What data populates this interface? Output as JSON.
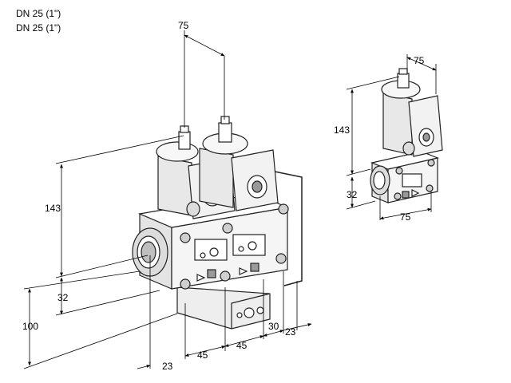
{
  "header": {
    "line1": "DN 25 (1\")",
    "line2": "DN 25 (1\")"
  },
  "main_view": {
    "dims": {
      "top_width": "75",
      "height_upper": "143",
      "height_lower": "32",
      "total_height": "100",
      "bottom_left": "23",
      "bottom_45_a": "45",
      "bottom_45_b": "45",
      "bottom_30": "30",
      "bottom_23_right": "23"
    }
  },
  "small_view": {
    "dims": {
      "top_width": "75",
      "height_upper": "143",
      "height_lower": "32",
      "bottom_width": "75"
    }
  },
  "colors": {
    "line": "#000000",
    "body_fill": "#f4f4f4",
    "body_shade": "#dcdcdc",
    "dark_part": "#c8c8c8"
  }
}
